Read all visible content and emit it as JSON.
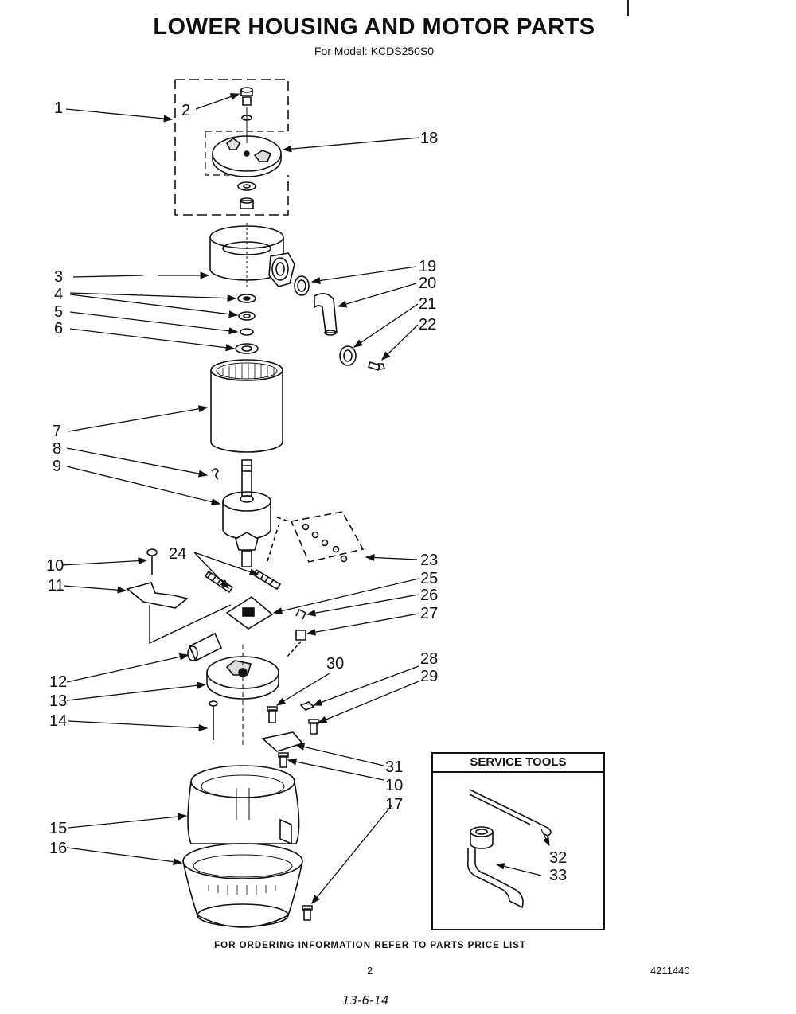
{
  "header": {
    "title": "LOWER HOUSING AND MOTOR PARTS",
    "subtitle": "For Model: KCDS250S0"
  },
  "service_tools": {
    "title": "SERVICE TOOLS"
  },
  "callouts": [
    "1",
    "2",
    "3",
    "4",
    "5",
    "6",
    "7",
    "8",
    "9",
    "10",
    "11",
    "12",
    "13",
    "14",
    "15",
    "16",
    "18",
    "19",
    "20",
    "21",
    "22",
    "23",
    "24",
    "25",
    "26",
    "27",
    "28",
    "29",
    "30",
    "31",
    "10",
    "17",
    "32",
    "33"
  ],
  "footer": {
    "note": "FOR ORDERING INFORMATION REFER TO PARTS PRICE LIST",
    "page_number": "2",
    "doc_number": "4211440",
    "handwritten": "13-6-14"
  }
}
